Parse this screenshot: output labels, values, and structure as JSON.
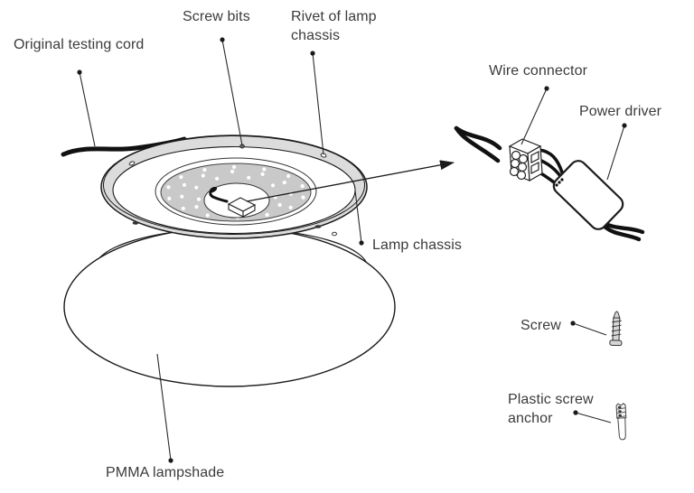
{
  "diagram": {
    "labels": {
      "original_testing_cord": "Original testing cord",
      "screw_bits": "Screw bits",
      "rivet_line1": "Rivet of lamp",
      "rivet_line2": "chassis",
      "wire_connector": "Wire connector",
      "power_driver": "Power driver",
      "lamp_chassis": "Lamp chassis",
      "screw": "Screw",
      "plastic_anchor_line1": "Plastic screw",
      "plastic_anchor_line2": "anchor",
      "pmma_lampshade": "PMMA lampshade"
    },
    "icons": {
      "screw": "screw",
      "plastic_screw_anchor": "plastic-screw-anchor",
      "pointer_arrow": "arrow-right"
    },
    "colors": {
      "line": "#1a1a1a",
      "label_text": "#3b3b3b",
      "rim_fill": "#dcdcdc",
      "led_plate_fill": "#c9c9c9",
      "metal_fill": "#d6d6d6",
      "background": "#ffffff"
    }
  }
}
